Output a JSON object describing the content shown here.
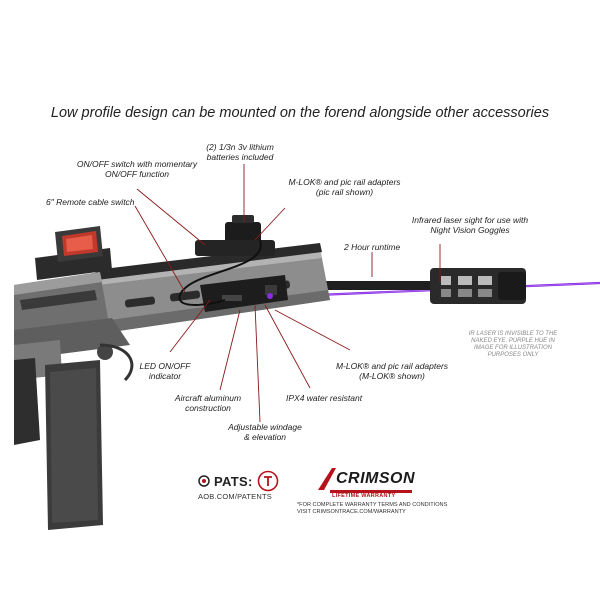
{
  "headline": "Low profile design can be mounted on the forend alongside other accessories",
  "callouts": {
    "batteries": [
      "(2) 1/3n 3v lithium",
      "batteries included"
    ],
    "switch": [
      "ON/OFF switch with momentary",
      "ON/OFF function"
    ],
    "mlok_top": [
      "M-LOK® and pic rail adapters",
      "(pic rail shown)"
    ],
    "remote": "6\" Remote cable switch",
    "infrared": [
      "Infrared laser sight for use with",
      "Night Vision Goggles"
    ],
    "runtime": "2 Hour runtime",
    "led": [
      "LED ON/OFF",
      "indicator"
    ],
    "mlok_bottom": [
      "M-LOK® and pic rail adapters",
      "(M-LOK® shown)"
    ],
    "aluminum": [
      "Aircraft aluminum",
      "construction"
    ],
    "ipx4": "IPX4 water resistant",
    "windage": [
      "Adjustable windage",
      "& elevation"
    ]
  },
  "disclaimer": [
    "IR LASER IS INVISIBLE TO THE",
    "NAKED EYE. PURPLE HUE IN",
    "IMAGE FOR ILLUSTRATION",
    "PURPOSES ONLY"
  ],
  "footer": {
    "pats_title": "PATS:",
    "pats_url": "AOB.COM/PATENTS",
    "brand": "CRIMSON",
    "warranty": "LIFETIME WARRANTY",
    "warranty_note": [
      "*FOR COMPLETE WARRANTY TERMS AND CONDITIONS",
      "VISIT CRIMSONTRACE.COM/WARRANTY"
    ]
  },
  "colors": {
    "leader": "#8a1a1a",
    "laser": "#8a2be2",
    "brand_red": "#b5121b"
  }
}
